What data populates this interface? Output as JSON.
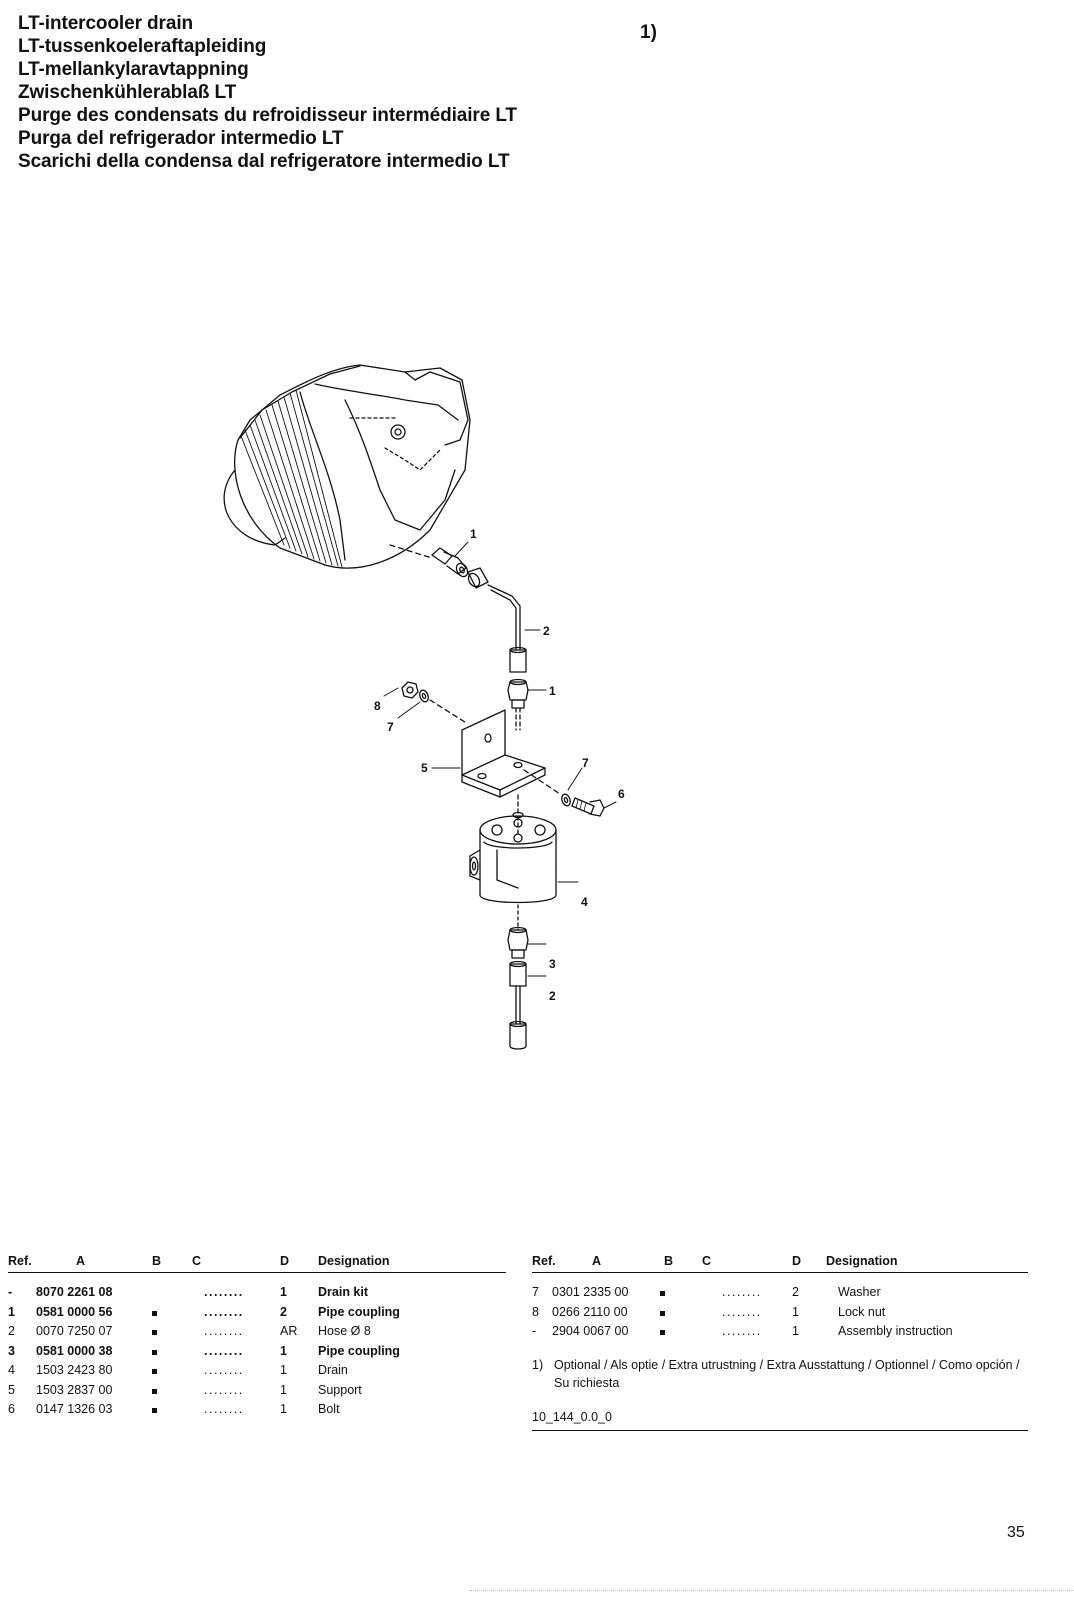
{
  "titles": [
    "LT-intercooler drain",
    "LT-tussenkoeleraftapleiding",
    "LT-mellankylaravtappning",
    "Zwischenkühlerablaß LT",
    "Purge des condensats du refroidisseur intermédiaire LT",
    "Purga del refrigerador intermedio LT",
    "Scarichi della condensa dal refrigeratore intermedio LT"
  ],
  "footnote_marker": "1)",
  "diagram": {
    "callouts": [
      "1",
      "2",
      "1",
      "8",
      "7",
      "5",
      "7",
      "6",
      "4",
      "3",
      "2"
    ]
  },
  "table_header": {
    "ref": "Ref.",
    "a": "A",
    "b": "B",
    "c": "C",
    "d": "D",
    "designation": "Designation"
  },
  "parts_left": [
    {
      "ref": "-",
      "a": "8070 2261 08",
      "b": false,
      "c": "........",
      "d": "1",
      "designation": "Drain kit",
      "bold": true
    },
    {
      "ref": "1",
      "a": "0581 0000 56",
      "b": true,
      "c": "........",
      "d": "2",
      "designation": "Pipe coupling",
      "bold": true
    },
    {
      "ref": "2",
      "a": "0070 7250 07",
      "b": true,
      "c": "........",
      "d": "AR",
      "designation": "Hose Ø 8",
      "bold": false
    },
    {
      "ref": "3",
      "a": "0581 0000 38",
      "b": true,
      "c": "........",
      "d": "1",
      "designation": "Pipe coupling",
      "bold": true
    },
    {
      "ref": "4",
      "a": "1503 2423 80",
      "b": true,
      "c": "........",
      "d": "1",
      "designation": "Drain",
      "bold": false
    },
    {
      "ref": "5",
      "a": "1503 2837 00",
      "b": true,
      "c": "........",
      "d": "1",
      "designation": "Support",
      "bold": false
    },
    {
      "ref": "6",
      "a": "0147 1326 03",
      "b": true,
      "c": "........",
      "d": "1",
      "designation": "Bolt",
      "bold": false
    }
  ],
  "parts_right": [
    {
      "ref": "7",
      "a": "0301 2335 00",
      "b": true,
      "c": "........",
      "d": "2",
      "designation": "Washer",
      "bold": false
    },
    {
      "ref": "8",
      "a": "0266 2110 00",
      "b": true,
      "c": "........",
      "d": "1",
      "designation": "Lock nut",
      "bold": false
    },
    {
      "ref": "-",
      "a": "2904 0067 00",
      "b": true,
      "c": "........",
      "d": "1",
      "designation": "Assembly instruction",
      "bold": false
    }
  ],
  "footnote": {
    "number": "1)",
    "text": "Optional / Als optie / Extra utrustning / Extra Ausstattung / Optionnel / Como opción / Su richiesta"
  },
  "doc_code": "10_144_0.0_0",
  "page_number": "35"
}
